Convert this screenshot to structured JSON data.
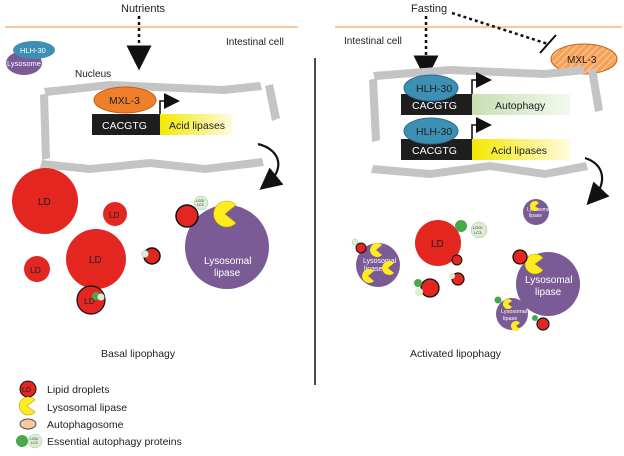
{
  "left_panel": {
    "nutrients_label": "Nutrients",
    "cell_label": "Intestinal cell",
    "nucleus_label": "Nucleus",
    "hlh30_label": "HLH-30",
    "lysosome_label": "Lysosome",
    "mxl3_label": "MXL-3",
    "motif_label": "CACGTG",
    "gene_label": "Acid lipases",
    "ld_label": "LD",
    "lysosomal_lipase_label": [
      "Lysosomal",
      "lipase"
    ],
    "lgg_label": [
      "LGG/",
      "LC3"
    ],
    "caption": "Basal lipophagy"
  },
  "right_panel": {
    "fasting_label": "Fasting",
    "cell_label": "Intestinal cell",
    "mxl3_label": "MXL-3",
    "hlh30_label": "HLH-30",
    "motif_label": "CACGTG",
    "gene1_label": "Autophagy",
    "gene2_label": "Acid lipases",
    "ld_label": "LD",
    "lysosomal_lipase_label": [
      "Lysosomal",
      "lipase"
    ],
    "small_lipase_label": [
      "Lysosomal",
      "lipase"
    ],
    "caption": "Activated lipophagy"
  },
  "legend": {
    "items": [
      {
        "icon": "lipid-droplet-icon",
        "label": "Lipid droplets",
        "icon_text": "LD"
      },
      {
        "icon": "lysosomal-lipase-icon",
        "label": "Lysosomal lipase"
      },
      {
        "icon": "autophagosome-icon",
        "label": "Autophagosome"
      },
      {
        "icon": "autophagy-proteins-icon",
        "label": "Essential autophagy proteins",
        "icon_text": [
          "LGG/",
          "LC3"
        ]
      }
    ]
  },
  "colors": {
    "membrane": "#f6c89c",
    "nucleus": "#c4c4c4",
    "lipid_droplet": "#e3261f",
    "lysosome": "#7a5b96",
    "hlh30": "#3d8fb4",
    "mxl3": "#ef7f2a",
    "lipase": "#ffec1f",
    "motif_box": "#1e1e1e",
    "autophagy_green": "#49a84c",
    "lgg_light": "#dcedd6"
  }
}
